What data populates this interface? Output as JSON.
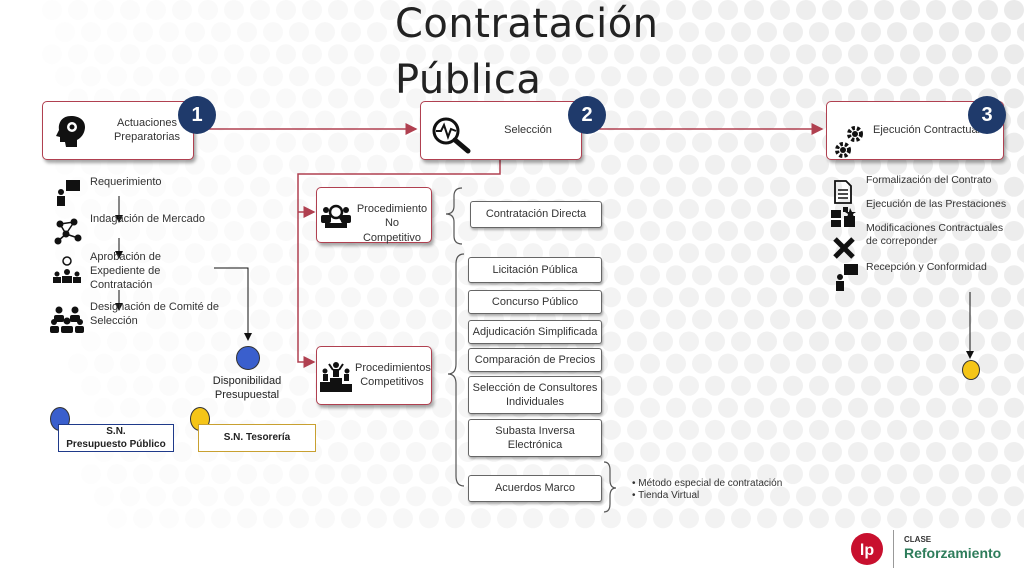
{
  "title_line1": "Contratación",
  "title_line2": "Pública",
  "stages": [
    {
      "number": "1",
      "label": "Actuaciones Preparatorias"
    },
    {
      "number": "2",
      "label": "Selección"
    },
    {
      "number": "3",
      "label": "Ejecución Contractual"
    }
  ],
  "prep_steps": [
    "Requerimiento",
    "Indagación de Mercado",
    "Aprobación de Expediente de Contratación",
    "Designación de Comité de Selección"
  ],
  "disponibilidad": "Disponibilidad Presupuestal",
  "legend": {
    "presupuesto": {
      "line1": "S.N.",
      "line2": "Presupuesto Público",
      "color": "#1f3a8a"
    },
    "tesoreria": {
      "label": "S.N. Tesorería",
      "color": "#c8a030"
    }
  },
  "procedures": {
    "no_competitivo": "Procedimiento No Competitivo",
    "competitivos": "Procedimientos Competitivos"
  },
  "no_competitive_options": [
    "Contratación Directa"
  ],
  "competitive_options": [
    "Licitación Pública",
    "Concurso Público",
    "Adjudicación Simplificada",
    "Comparación de Precios",
    "Selección de Consultores Individuales",
    "Subasta Inversa Electrónica",
    "Acuerdos Marco"
  ],
  "acuerdos_marco_notes": [
    "• Método especial de contratación",
    "• Tienda Virtual"
  ],
  "execution_steps": [
    "Formalización del Contrato",
    "Ejecución de las Prestaciones",
    "Modificaciones Contractuales de correponder",
    "Recepción y Conformidad"
  ],
  "footer": {
    "brand_small": "CLASE",
    "brand_big": "Reforzamiento",
    "logo_text": "lp"
  },
  "colors": {
    "accent": "#b04050",
    "badge": "#1f3a6b",
    "blue_dot": "#3a5fcd",
    "yellow_dot": "#f5c518",
    "brand_green": "#2e7d5b",
    "logo_red": "#c8102e"
  }
}
